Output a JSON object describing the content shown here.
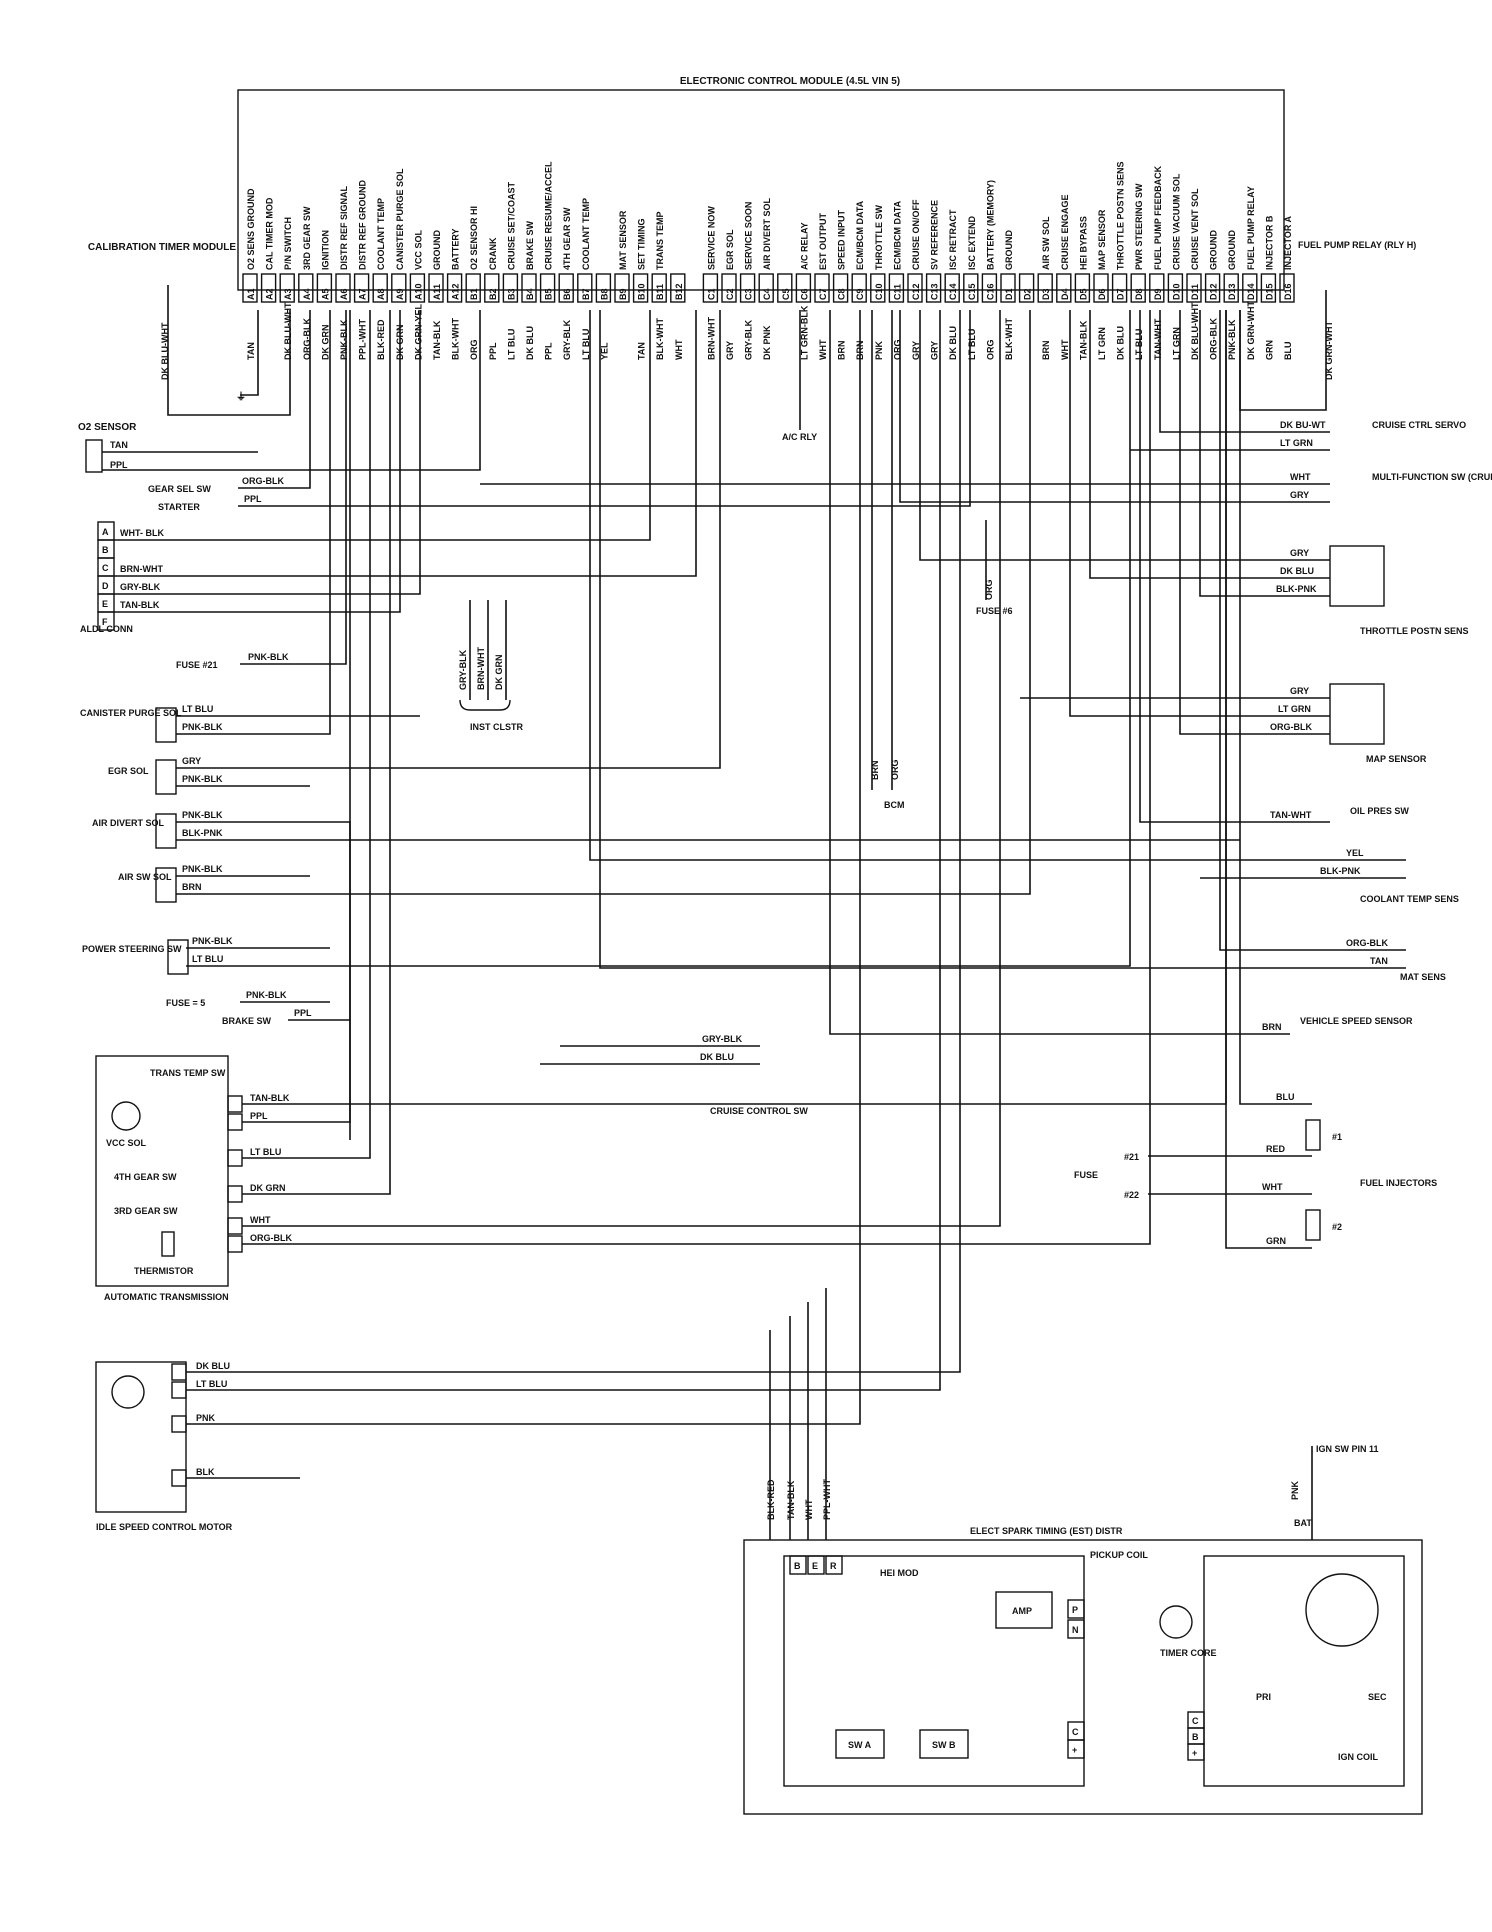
{
  "ecm": {
    "title": "ELECTRONIC CONTROL MODULE (4.5L VIN 5)",
    "pins": [
      {
        "id": "A1",
        "func": "O2 SENS GROUND"
      },
      {
        "id": "A2",
        "func": "CAL TIMER MOD"
      },
      {
        "id": "A3",
        "func": "P/N SWITCH"
      },
      {
        "id": "A4",
        "func": "3RD GEAR SW"
      },
      {
        "id": "A5",
        "func": "IGNITION"
      },
      {
        "id": "A6",
        "func": "DISTR REF SIGNAL"
      },
      {
        "id": "A7",
        "func": "DISTR REF GROUND"
      },
      {
        "id": "A8",
        "func": "COOLANT TEMP"
      },
      {
        "id": "A9",
        "func": "CANISTER PURGE SOL"
      },
      {
        "id": "A10",
        "func": "VCC SOL"
      },
      {
        "id": "A11",
        "func": "GROUND"
      },
      {
        "id": "A12",
        "func": "BATTERY"
      },
      {
        "id": "B1",
        "func": "O2 SENSOR HI"
      },
      {
        "id": "B2",
        "func": "CRANK"
      },
      {
        "id": "B3",
        "func": "CRUISE SET/COAST"
      },
      {
        "id": "B4",
        "func": "BRAKE SW"
      },
      {
        "id": "B5",
        "func": "CRUISE RESUME/ACCEL"
      },
      {
        "id": "B6",
        "func": "4TH GEAR SW"
      },
      {
        "id": "B7",
        "func": "COOLANT TEMP"
      },
      {
        "id": "B8",
        "func": ""
      },
      {
        "id": "B9",
        "func": "MAT SENSOR"
      },
      {
        "id": "B10",
        "func": "SET TIMING"
      },
      {
        "id": "B11",
        "func": "TRANS TEMP"
      },
      {
        "id": "B12",
        "func": ""
      },
      {
        "id": "C1",
        "func": "SERVICE NOW"
      },
      {
        "id": "C2",
        "func": "EGR SOL"
      },
      {
        "id": "C3",
        "func": "SERVICE SOON"
      },
      {
        "id": "C4",
        "func": "AIR DIVERT SOL"
      },
      {
        "id": "C5",
        "func": ""
      },
      {
        "id": "C6",
        "func": "A/C RELAY"
      },
      {
        "id": "C7",
        "func": "EST OUTPUT"
      },
      {
        "id": "C8",
        "func": "SPEED INPUT"
      },
      {
        "id": "C9",
        "func": "ECM/BCM DATA"
      },
      {
        "id": "C10",
        "func": "THROTTLE SW"
      },
      {
        "id": "C11",
        "func": "ECM/BCM DATA"
      },
      {
        "id": "C12",
        "func": "CRUISE ON/OFF"
      },
      {
        "id": "C13",
        "func": "SV REFERENCE"
      },
      {
        "id": "C14",
        "func": "ISC RETRACT"
      },
      {
        "id": "C15",
        "func": "ISC EXTEND"
      },
      {
        "id": "C16",
        "func": "BATTERY (MEMORY)"
      },
      {
        "id": "D1",
        "func": "GROUND"
      },
      {
        "id": "D2",
        "func": ""
      },
      {
        "id": "D3",
        "func": "AIR SW SOL"
      },
      {
        "id": "D4",
        "func": "CRUISE ENGAGE"
      },
      {
        "id": "D5",
        "func": "HEI BYPASS"
      },
      {
        "id": "D6",
        "func": "MAP SENSOR"
      },
      {
        "id": "D7",
        "func": "THROTTLE POSTN SENS"
      },
      {
        "id": "D8",
        "func": "PWR STEERING SW"
      },
      {
        "id": "D9",
        "func": "FUEL PUMP FEEDBACK"
      },
      {
        "id": "D10",
        "func": "CRUISE VACUUM SOL"
      },
      {
        "id": "D11",
        "func": "CRUISE VENT SOL"
      },
      {
        "id": "D12",
        "func": "GROUND"
      },
      {
        "id": "D13",
        "func": "GROUND"
      },
      {
        "id": "D14",
        "func": "FUEL PUMP RELAY"
      },
      {
        "id": "D15",
        "func": "INJECTOR B"
      },
      {
        "id": "D16",
        "func": "INJECTOR A"
      }
    ],
    "pin_wires": [
      "TAN",
      "",
      "DK BLU-WHT",
      "ORG-BLK",
      "DK GRN",
      "PNK-BLK",
      "PPL-WHT",
      "BLK-RED",
      "DK GRN",
      "DK GRN-YEL",
      "TAN-BLK",
      "BLK-WHT",
      "ORG",
      "PPL",
      "LT BLU",
      "DK BLU",
      "PPL",
      "GRY-BLK",
      "LT BLU",
      "YEL",
      "",
      "TAN",
      "BLK-WHT",
      "WHT",
      "BRN-WHT",
      "GRY",
      "GRY-BLK",
      "DK PNK",
      "",
      "LT GRN-BLK",
      "WHT",
      "BRN",
      "BRN",
      "PNK",
      "ORG",
      "GRY",
      "GRY",
      "DK BLU",
      "LT BLU",
      "ORG",
      "BLK-WHT",
      "",
      "BRN",
      "WHT",
      "TAN-BLK",
      "LT GRN",
      "DK BLU",
      "LT BLU",
      "TAN-WHT",
      "LT GRN",
      "DK BLU-WHT",
      "ORG-BLK",
      "PNK-BLK",
      "DK GRN-WHT",
      "GRN",
      "BLU"
    ]
  },
  "left": {
    "cal_timer": "CALIBRATION TIMER MODULE",
    "cal_wire": "DK BLU-WHT",
    "o2_title": "O2 SENSOR",
    "o2_w1": "TAN",
    "o2_w2": "PPL",
    "gear_sel": "GEAR SEL SW",
    "gear_wire": "ORG-BLK",
    "starter": "STARTER",
    "starter_wire": "PPL",
    "aldl_pins": [
      "A",
      "B",
      "C",
      "D",
      "E",
      "F"
    ],
    "aldl_wires": [
      "WHT- BLK",
      "BRN-WHT",
      "GRY-BLK",
      "TAN-BLK"
    ],
    "aldl_label": "ALDL CONN",
    "fuse21": "FUSE #21",
    "fuse21_wire": "PNK-BLK",
    "inst_wires": [
      "GRY-BLK",
      "BRN-WHT",
      "DK GRN"
    ],
    "inst_label": "INST CLSTR",
    "canister": "CANISTER PURGE SOL",
    "can_w1": "LT BLU",
    "can_w2": "PNK-BLK",
    "egr": "EGR SOL",
    "egr_w1": "GRY",
    "egr_w2": "PNK-BLK",
    "air_divert": "AIR DIVERT SOL",
    "ad_w1": "PNK-BLK",
    "ad_w2": "BLK-PNK",
    "air_sw": "AIR SW SOL",
    "as_w1": "PNK-BLK",
    "as_w2": "BRN",
    "pwr_steer": "POWER STEERING SW",
    "ps_w1": "PNK-BLK",
    "ps_w2": "LT BLU",
    "fuse5": "FUSE = 5",
    "fuse5_wire": "PNK-BLK",
    "brake": "BRAKE SW",
    "brake_wire": "PPL",
    "trans_temp": "TRANS TEMP SW",
    "vcc": "VCC SOL",
    "gear4": "4TH GEAR SW",
    "gear3": "3RD GEAR SW",
    "thermistor": "THERMISTOR",
    "auto_trans": "AUTOMATIC TRANSMISSION",
    "trans_wires": [
      "TAN-BLK",
      "PPL",
      "LT BLU",
      "DK GRN",
      "WHT",
      "ORG-BLK"
    ],
    "isc_wires": [
      "DK BLU",
      "LT BLU",
      "PNK",
      "BLK"
    ],
    "isc_label": "IDLE SPEED CONTROL MOTOR"
  },
  "right": {
    "fuel_pump_relay": "FUEL PUMP RELAY (RLY H)",
    "fp_wire": "DK GRN-WHT",
    "cruise_servo": "CRUISE CTRL SERVO",
    "cs_w1": "DK BU-WT",
    "cs_w2": "LT GRN",
    "multi": "MULTI-FUNCTION SW (CRUISE)",
    "mf_w1": "WHT",
    "mf_w2": "GRY",
    "tps": "THROTTLE POSTN SENS",
    "tps_w": [
      "GRY",
      "DK BLU",
      "BLK-PNK"
    ],
    "map": "MAP SENSOR",
    "map_w": [
      "GRY",
      "LT GRN",
      "ORG-BLK"
    ],
    "oil": "OIL PRES SW",
    "oil_w": "TAN-WHT",
    "coolant": "COOLANT TEMP SENS",
    "cool_w": [
      "YEL",
      "BLK-PNK"
    ],
    "mat": "MAT SENS",
    "mat_w": [
      "ORG-BLK",
      "TAN"
    ],
    "vss": "VEHICLE SPEED SENSOR",
    "vss_w": "BRN",
    "injectors": "FUEL INJECTORS",
    "inj_w": [
      "BLU",
      "RED",
      "WHT",
      "GRN"
    ],
    "inj1": "#1",
    "inj2": "#2",
    "fuse": "FUSE",
    "fuse21": "#21",
    "fuse22": "#22",
    "ac_rly": "A/C RLY",
    "fuse6": "FUSE #6",
    "fuse6_wire": "ORG",
    "bcm": "BCM",
    "bcm_w": [
      "BRN",
      "ORG"
    ],
    "cruise_sw": "CRUISE CONTROL SW",
    "csw_w": [
      "GRY-BLK",
      "DK BLU"
    ]
  },
  "est": {
    "title": "ELECT SPARK TIMING (EST) DISTR",
    "hei": "HEI MOD",
    "amp": "AMP",
    "pickup": "PICKUP COIL",
    "timer": "TIMER CORE",
    "swa": "SW A",
    "swb": "SW B",
    "pins": [
      "B",
      "E",
      "R"
    ],
    "pn": [
      "P",
      "N"
    ],
    "cplus": [
      "C",
      "+"
    ],
    "coil_pins": [
      "C",
      "B",
      "+"
    ],
    "pri": "PRI",
    "sec": "SEC",
    "ign_coil": "IGN COIL",
    "bat": "BAT",
    "ign_sw": "IGN SW PIN 11",
    "ign_wire": "PNK",
    "est_wires": [
      "BLK-RED",
      "TAN-BLK",
      "WHT",
      "PPL-WHT"
    ]
  }
}
